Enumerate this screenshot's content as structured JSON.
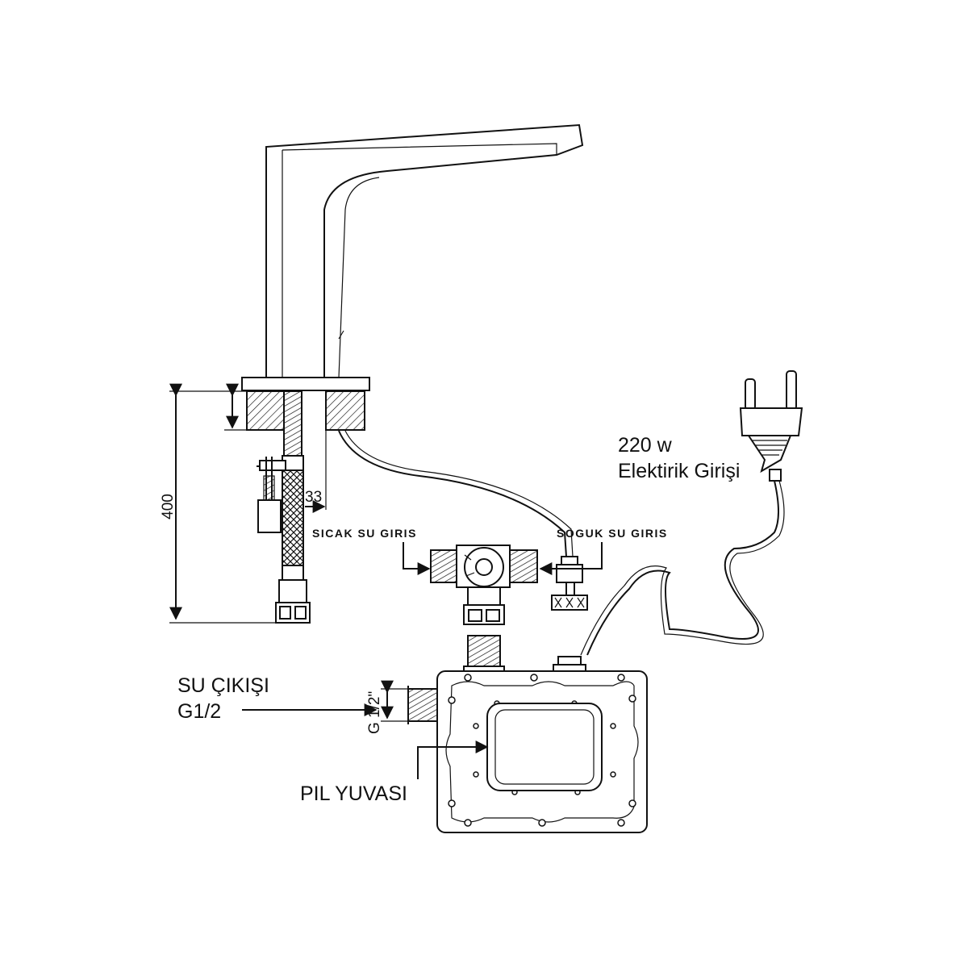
{
  "labels": {
    "power_watt": "220 w",
    "power_input": "Elektirik Girişi",
    "hot_water_inlet": "SICAK SU GIRIS",
    "cold_water_inlet": "SOGUK SU GIRIS",
    "water_outlet_title": "SU ÇIKIŞI",
    "water_outlet_spec": "G1/2",
    "battery_compartment": "PIL YUVASI",
    "thread_spec": "G 1/2\""
  },
  "dimensions": {
    "total_height": "400",
    "hose_offset": "33"
  }
}
